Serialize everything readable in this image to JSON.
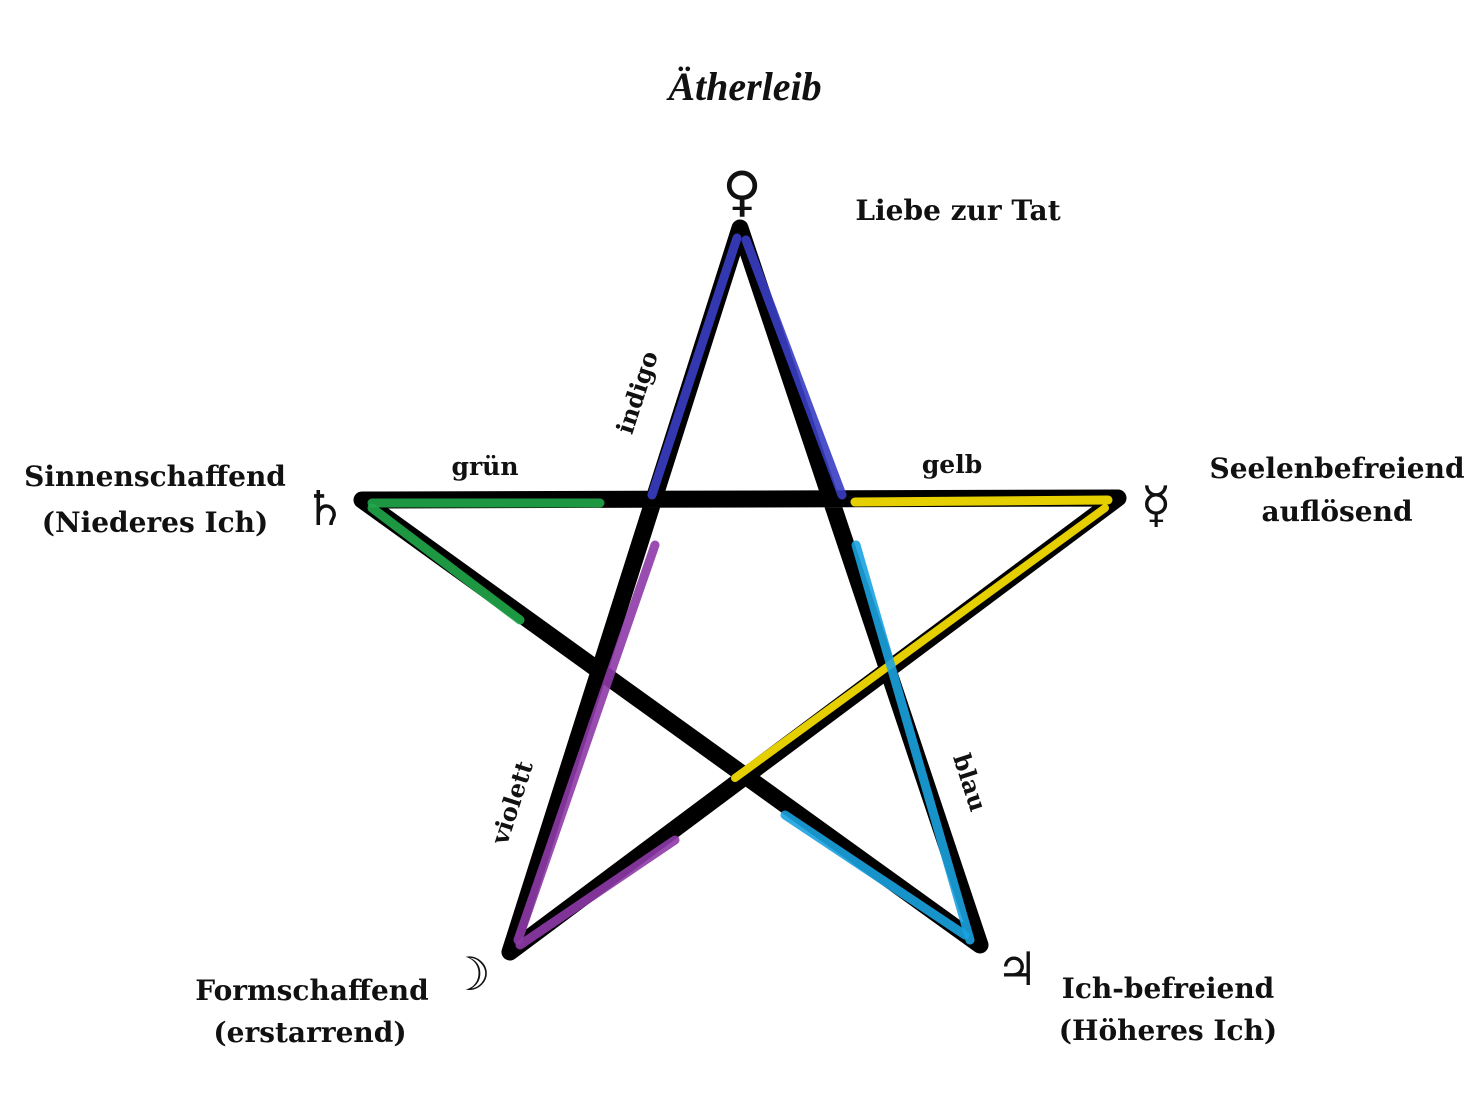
{
  "title": "Ätherleib",
  "vertices": {
    "top": {
      "symbol": "♀",
      "symbol_name": "venus-icon",
      "lines": [
        "Liebe zur Tat"
      ]
    },
    "right": {
      "symbol": "☿",
      "symbol_name": "mercury-icon",
      "lines": [
        "Seelenbefreiend",
        "auflösend"
      ]
    },
    "bottom_right": {
      "symbol": "♃",
      "symbol_name": "jupiter-icon",
      "lines": [
        "Ich-befreiend",
        "(Höheres Ich)"
      ]
    },
    "bottom_left": {
      "symbol": "☽",
      "symbol_name": "moon-icon",
      "lines": [
        "Formschaffend",
        "(erstarrend)"
      ]
    },
    "left": {
      "symbol": "♄",
      "symbol_name": "saturn-icon",
      "lines": [
        "Sinnenschaffend",
        "(Niederes Ich)"
      ]
    }
  },
  "segments": {
    "indigo": {
      "label": "indigo",
      "color": "#3a3fc4"
    },
    "gruen": {
      "label": "grün",
      "color": "#22a84a"
    },
    "gelb": {
      "label": "gelb",
      "color": "#ffe600"
    },
    "blau": {
      "label": "blau",
      "color": "#1aa3e0"
    },
    "violett": {
      "label": "violett",
      "color": "#8e3aa8"
    }
  },
  "stroke_color": "#000000"
}
